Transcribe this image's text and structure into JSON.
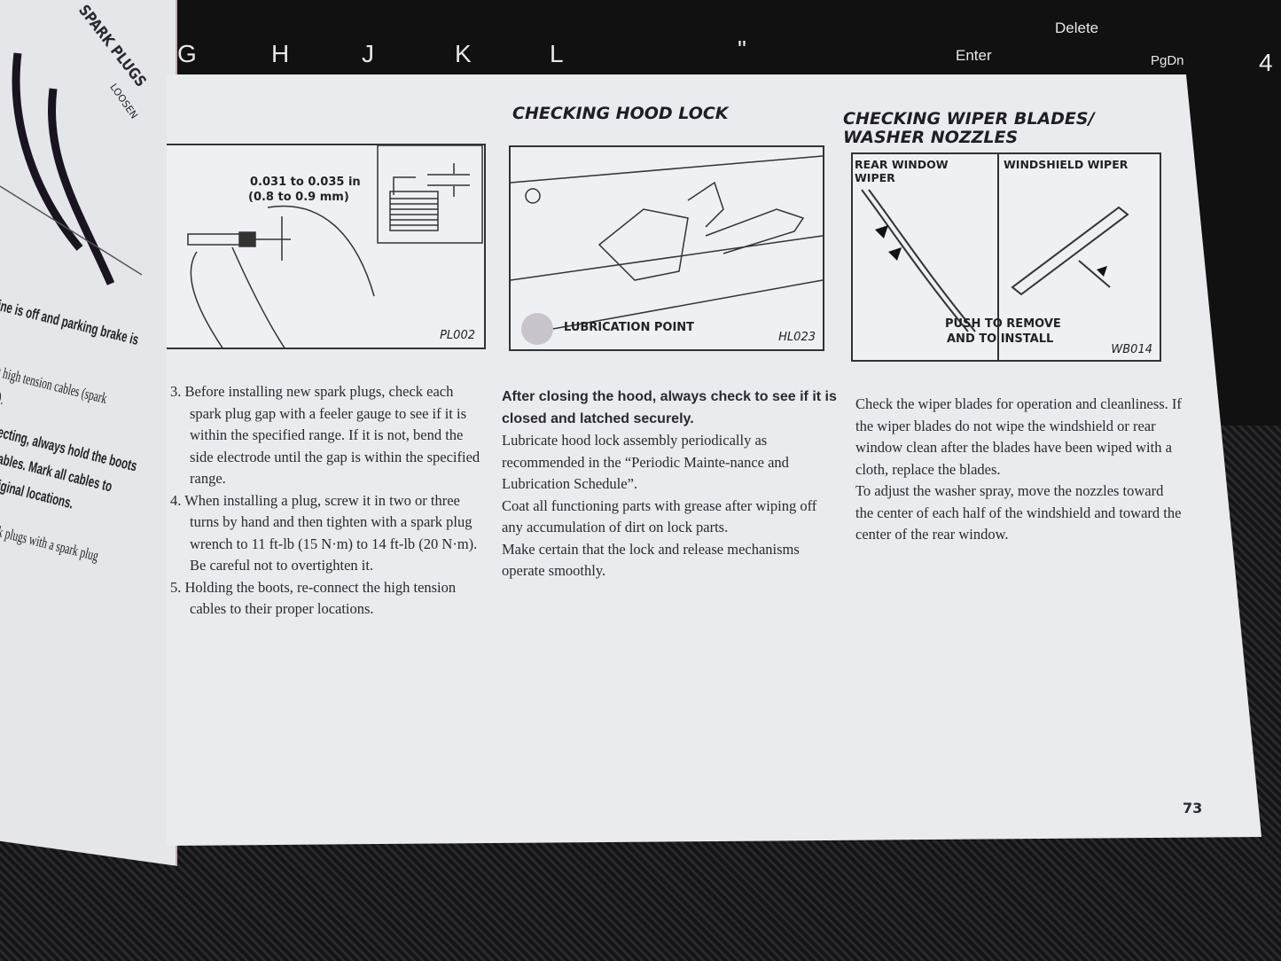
{
  "keyboard": {
    "keys": [
      "G",
      "H",
      "J",
      "K",
      "L",
      "\"",
      "Enter",
      "Delete",
      "PgDn",
      "4"
    ]
  },
  "left_page": {
    "heading": "SPARK PLUGS",
    "figure_label": "LOOSEN",
    "lines": [
      "ine is off and parking brake is",
      "t  high  tension  cables (spark",
      ").",
      "ecting, always hold the boots",
      "ables.  Mark  all  cables  to",
      "iginal locations.",
      "k plugs with a spark plug"
    ]
  },
  "columns": [
    {
      "figure": {
        "label_line1": "0.031 to 0.035 in",
        "label_line2": "(0.8 to 0.9 mm)",
        "code": "PL002"
      },
      "items": [
        "3. Before installing new spark plugs, check each spark plug gap with a feeler gauge to see if it is within the specified range. If it is not, bend the side electrode until the gap is within the specified range.",
        "4. When installing a plug, screw it in two or three turns by hand and then tighten with a spark plug wrench to 11 ft-lb (15 N·m) to 14 ft-lb (20 N·m).",
        "Be careful not to overtighten it.",
        "5. Holding the boots, re-connect the high tension cables to their proper locations."
      ]
    },
    {
      "title": "CHECKING HOOD LOCK",
      "figure": {
        "label": "LUBRICATION POINT",
        "code": "HL023"
      },
      "bold_text": "After closing the hood, always check to see if it is closed and latched securely.",
      "paragraphs": [
        "Lubricate hood lock assembly periodically as recommended in the “Periodic Mainte-nance and Lubrication Schedule”.",
        "Coat all functioning parts with grease after wiping off any accumulation of dirt on lock parts.",
        "Make certain that the lock and release mechanisms operate smoothly."
      ]
    },
    {
      "title_line1": "CHECKING WIPER BLADES/",
      "title_line2": "WASHER NOZZLES",
      "figure": {
        "left_label": "REAR WINDOW WIPER",
        "right_label": "WINDSHIELD WIPER",
        "caption_line1": "PUSH TO REMOVE",
        "caption_line2": "AND TO INSTALL",
        "code": "WB014"
      },
      "paragraphs": [
        "Check the wiper blades for operation and cleanliness. If the wiper blades do not wipe the windshield or rear window clean after the blades have been wiped with a cloth, replace the blades.",
        "To adjust the washer spray, move the nozzles toward the center of each half of the windshield and toward the center of the rear window."
      ]
    }
  ],
  "page_number": "73"
}
